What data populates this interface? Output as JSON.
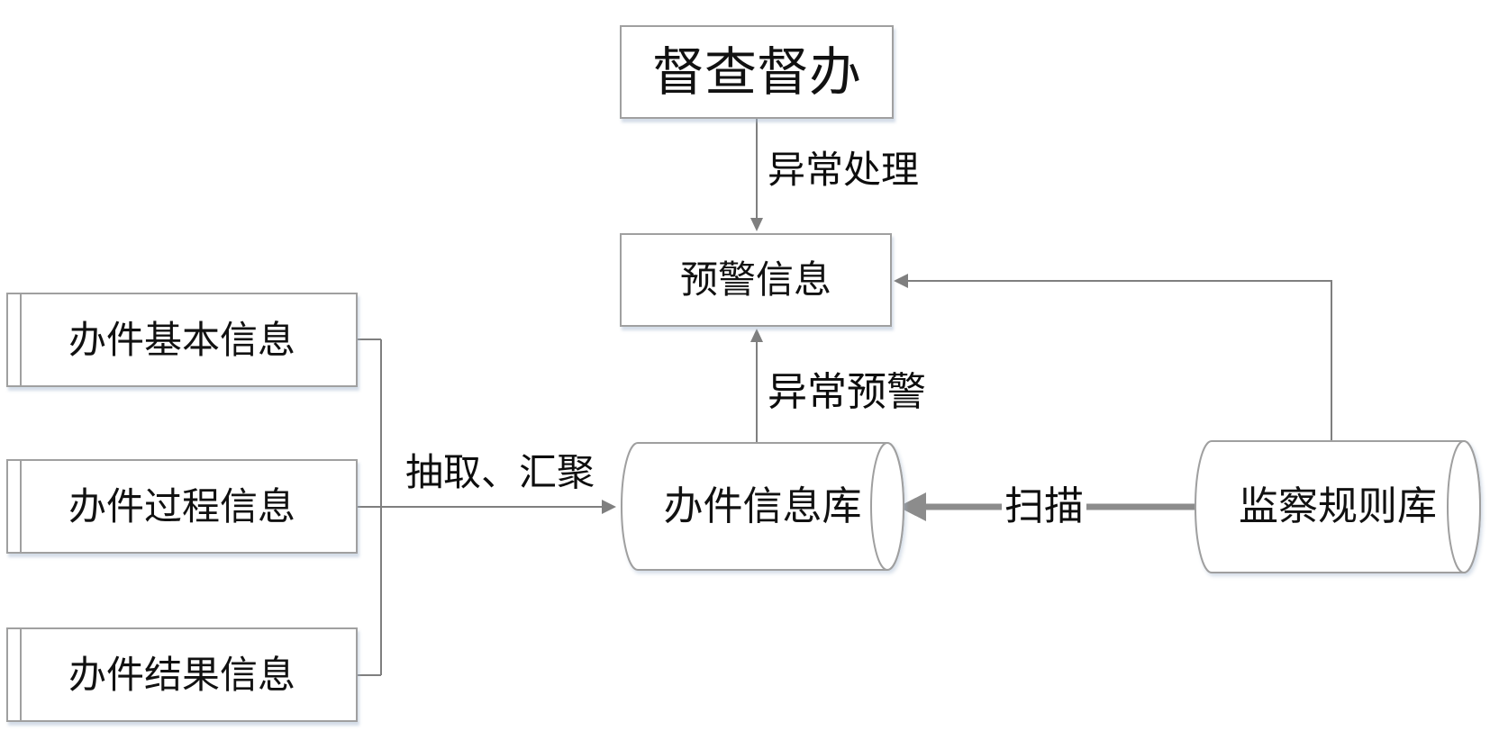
{
  "diagram": {
    "nodes": {
      "supervise": "督查督办",
      "warning_info": "预警信息",
      "case_info_db": "办件信息库",
      "rules_db": "监察规则库",
      "basic_info": "办件基本信息",
      "process_info": "办件过程信息",
      "result_info": "办件结果信息"
    },
    "edge_labels": {
      "exception_handling": "异常处理",
      "exception_warning": "异常预警",
      "extract_aggregate": "抽取、汇聚",
      "scan": "扫描"
    },
    "colors": {
      "line": "#7f7f7f",
      "thick_line": "#8c8c8c",
      "shape_border": "#9f9f9f",
      "shape_fill": "#ffffff",
      "text": "#111111",
      "background": "#ffffff"
    }
  }
}
